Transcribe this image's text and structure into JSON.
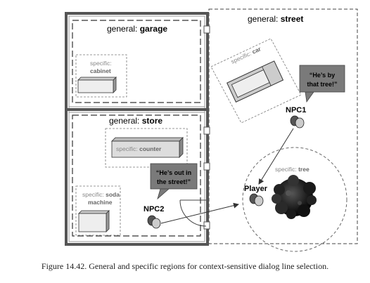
{
  "regions": {
    "garage": {
      "prefix": "general:",
      "name": "garage"
    },
    "store": {
      "prefix": "general:",
      "name": "store"
    },
    "street": {
      "prefix": "general:",
      "name": "street"
    }
  },
  "specific": {
    "cabinet": {
      "prefix": "specific:",
      "name": "cabinet"
    },
    "counter": {
      "prefix": "specific:",
      "name": "counter"
    },
    "soda": {
      "prefix": "specific:",
      "name_line1": "soda",
      "name_line2": "machine"
    },
    "car": {
      "prefix": "specific:",
      "name": "car"
    },
    "tree": {
      "prefix": "specific:",
      "name": "tree"
    }
  },
  "characters": {
    "npc1": "NPC1",
    "npc2": "NPC2",
    "player": "Player"
  },
  "speech": {
    "npc1_line1": "“He’s by",
    "npc1_line2": "that tree!”",
    "npc2_line1": "“He’s out in",
    "npc2_line2": "the street!”"
  },
  "caption": "Figure 14.42. General and specific regions for context-sensitive dialog line selection."
}
